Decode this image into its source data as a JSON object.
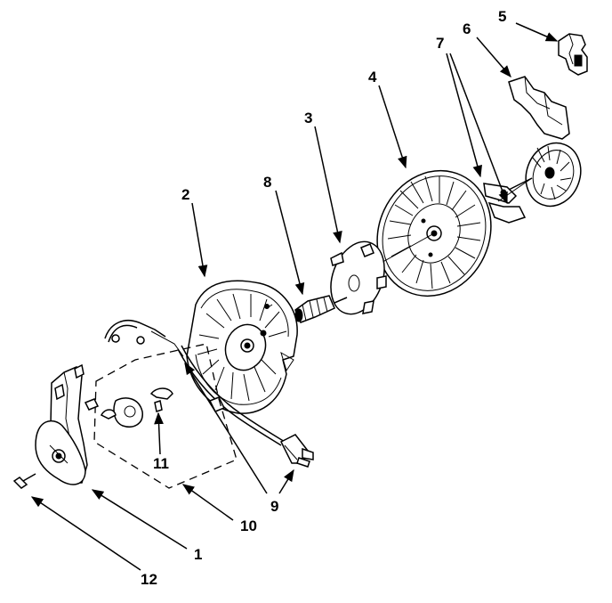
{
  "diagram": {
    "callouts": [
      {
        "id": "1",
        "text": "1"
      },
      {
        "id": "2",
        "text": "2"
      },
      {
        "id": "3",
        "text": "3"
      },
      {
        "id": "4",
        "text": "4"
      },
      {
        "id": "5",
        "text": "5"
      },
      {
        "id": "6",
        "text": "6"
      },
      {
        "id": "7",
        "text": "7"
      },
      {
        "id": "8",
        "text": "8"
      },
      {
        "id": "9",
        "text": "9"
      },
      {
        "id": "10",
        "text": "10"
      },
      {
        "id": "11",
        "text": "11"
      },
      {
        "id": "12",
        "text": "12"
      }
    ],
    "colors": {
      "ink": "#000000",
      "paper": "#ffffff"
    }
  }
}
